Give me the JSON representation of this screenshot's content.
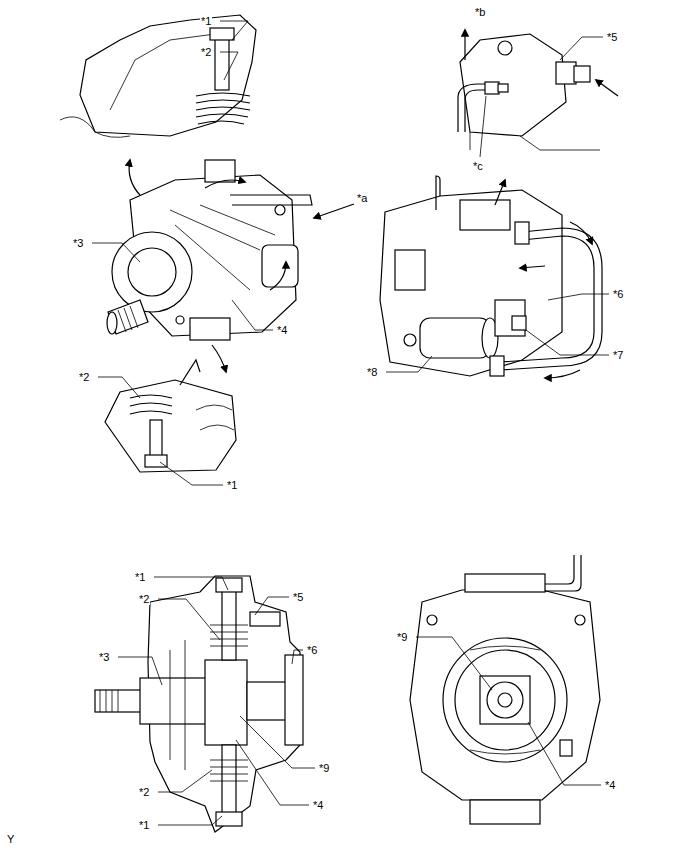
{
  "diagram": {
    "labels": [
      "*1",
      "*2",
      "*a",
      "*3",
      "*4",
      "*2",
      "*1",
      "*b",
      "*5",
      "*c",
      "*6",
      "*7",
      "*8",
      "*1",
      "*2",
      "*5",
      "*3",
      "*6",
      "*9",
      "*2",
      "*4",
      "*1",
      "*9",
      "*4",
      "Y"
    ]
  }
}
